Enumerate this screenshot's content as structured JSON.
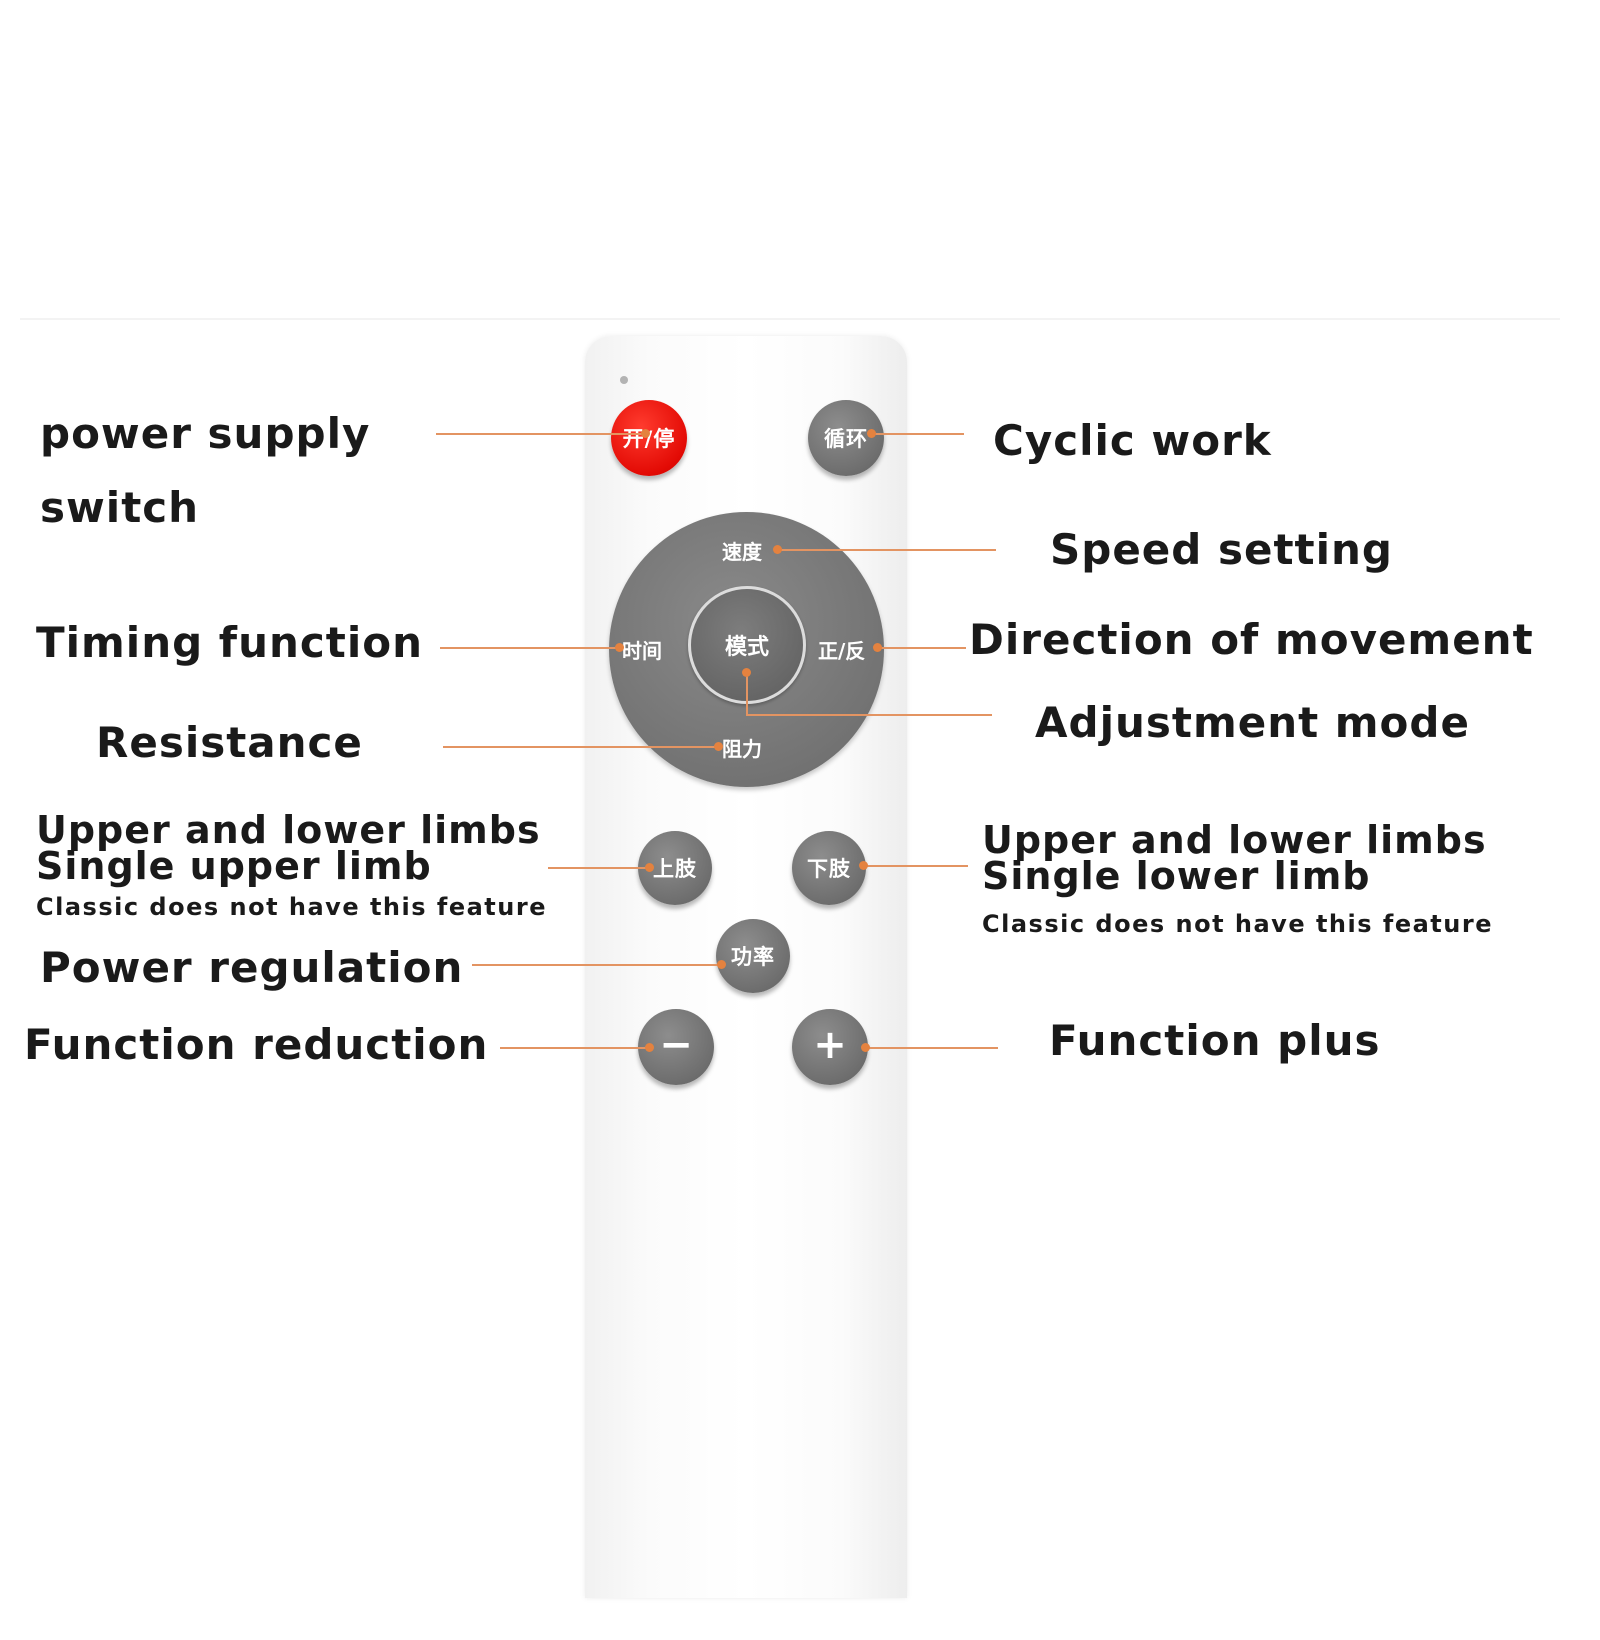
{
  "remote": {
    "buttons": {
      "power": "开/停",
      "cycle": "循环",
      "speed": "速度",
      "timer": "时间",
      "mode": "模式",
      "direction": "正/反",
      "resistance": "阻力",
      "upper_limb": "上肢",
      "lower_limb": "下肢",
      "power_level": "功率",
      "minus": "−",
      "plus": "+"
    }
  },
  "labels": {
    "power_switch": [
      "power supply",
      "switch"
    ],
    "cyclic_work": "Cyclic work",
    "speed_setting": "Speed setting",
    "timing_function": "Timing function",
    "direction_of_movement": "Direction of movement",
    "adjustment_mode": "Adjustment mode",
    "resistance": "Resistance",
    "upper_limbs": {
      "line1": "Upper and lower limbs",
      "line2": "Single upper limb",
      "note": "Classic does not have this feature"
    },
    "lower_limbs": {
      "line1": "Upper and lower limbs",
      "line2": "Single lower limb",
      "note": "Classic does not have this feature"
    },
    "power_regulation": "Power regulation",
    "function_reduction": "Function reduction",
    "function_plus": "Function plus"
  },
  "colors": {
    "leader_line": "#e39462",
    "power_button": "#e30b05",
    "grey_button": "#737373"
  }
}
